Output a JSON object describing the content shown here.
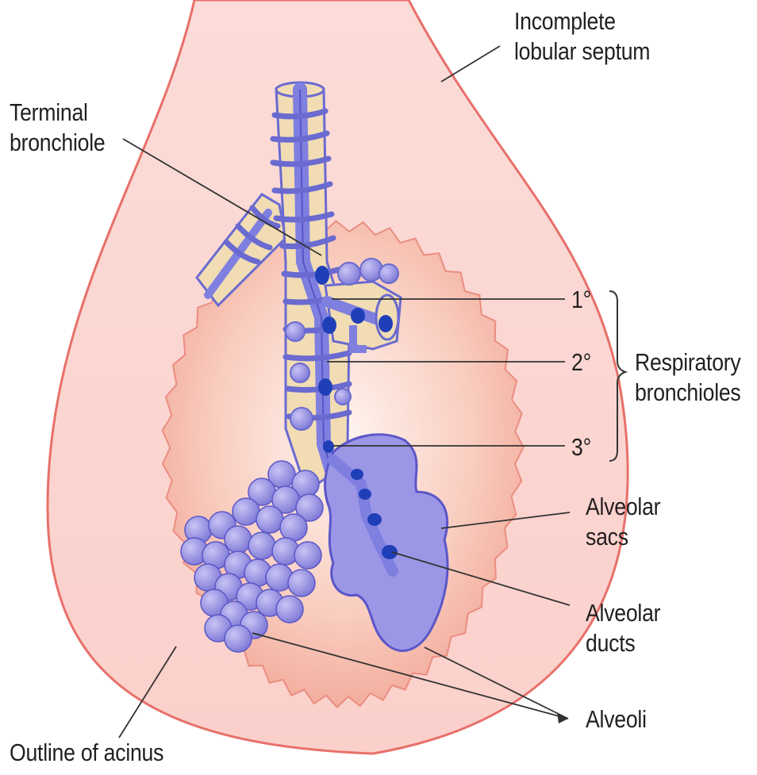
{
  "labels": {
    "incomplete_septum": [
      "Incomplete",
      "lobular septum"
    ],
    "terminal_bronchiole": [
      "Terminal",
      "bronchiole"
    ],
    "order_1": "1°",
    "order_2": "2°",
    "order_3": "3°",
    "respiratory_bronchioles": [
      "Respiratory",
      "bronchioles"
    ],
    "alveolar_sacs": [
      "Alveolar",
      "sacs"
    ],
    "alveolar_ducts": [
      "Alveolar",
      "ducts"
    ],
    "alveoli": "Alveoli",
    "outline_of_acinus": "Outline of acinus"
  },
  "colors": {
    "lobule_fill": "#fbd3cf",
    "lobule_stroke": "#e8706a",
    "acinus_fill": "#f7b3a8",
    "bronchus_fill": "#f1dcb4",
    "bronchus_stroke": "#6a6ad0",
    "lumen": "#7f7fe0",
    "alveoli_fill": "#9b96e6",
    "dark_dot": "#1f3fb8",
    "leader_line": "#333333"
  }
}
